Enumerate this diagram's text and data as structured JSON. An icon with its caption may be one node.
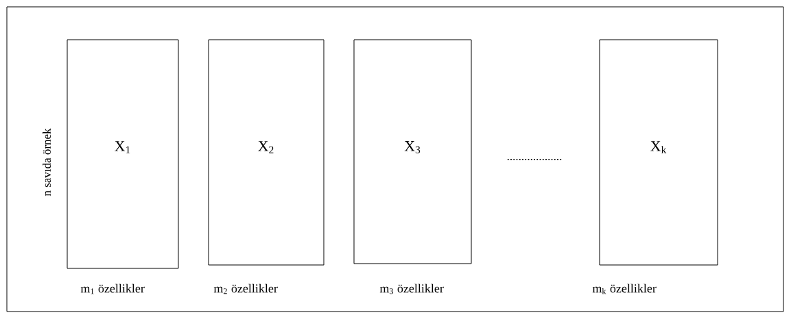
{
  "diagram": {
    "nodes": [
      {
        "text": [
          "X$_{1}$"
        ],
        "beside": [
          "m$_{1}$ özellikler"
        ]
      },
      {
        "text": [
          "X$_{2}$"
        ],
        "beside": [
          "m$_{2}$ özellikler"
        ]
      },
      {
        "text": [
          "X$_{3}$"
        ],
        "beside": [
          "m$_{3}$ özellikler"
        ]
      },
      {
        "text": [
          "X$_{k}$"
        ],
        "beside": [
          "m$_{k}$ özellikler"
        ]
      }
    ],
    "labels": [
      "n savıda örnek",
      "..................."
    ]
  }
}
